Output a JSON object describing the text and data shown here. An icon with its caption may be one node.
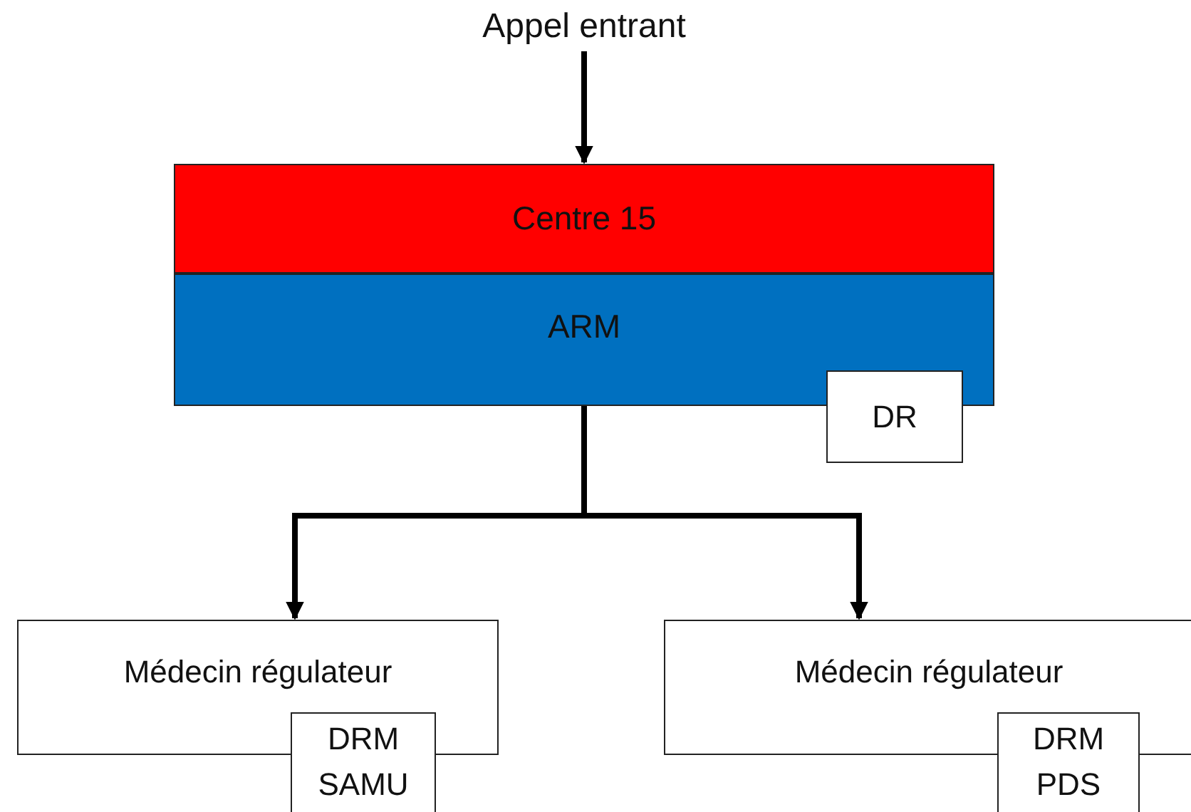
{
  "diagram": {
    "nodes": [
      {
        "text": [
          "Appel entrant"
        ]
      },
      {
        "text": [
          "Centre 15"
        ]
      },
      {
        "text": [
          "ARM"
        ]
      },
      {
        "text": [
          "DR"
        ]
      },
      {
        "text": [
          "Médecin régulateur"
        ]
      },
      {
        "text": [
          "DRM SAMU"
        ]
      },
      {
        "text": [
          "Médecin régulateur"
        ]
      },
      {
        "text": [
          "DRM PDS"
        ]
      }
    ],
    "edges": [
      {
        "from": 0,
        "to": 1,
        "arrow": "to"
      },
      {
        "from": 2,
        "to": 4,
        "arrow": "to"
      },
      {
        "from": 2,
        "to": 6,
        "arrow": "to"
      }
    ]
  }
}
